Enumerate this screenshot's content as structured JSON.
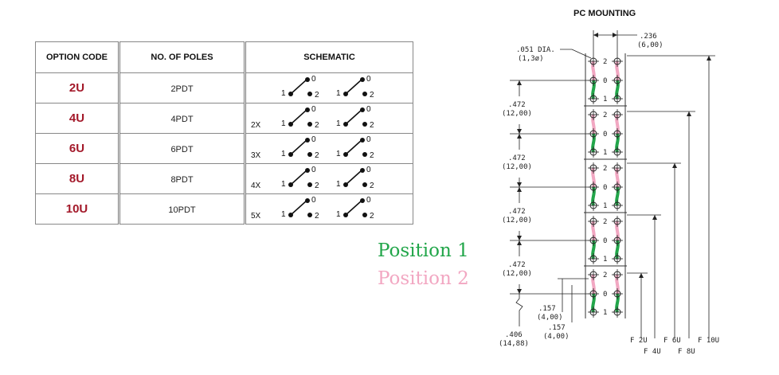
{
  "table": {
    "headers": [
      "OPTION CODE",
      "NO. OF POLES",
      "SCHEMATIC"
    ],
    "rows": [
      {
        "code": "2U",
        "poles": "2PDT",
        "multiplier": ""
      },
      {
        "code": "4U",
        "poles": "4PDT",
        "multiplier": "2X"
      },
      {
        "code": "6U",
        "poles": "6PDT",
        "multiplier": "3X"
      },
      {
        "code": "8U",
        "poles": "8PDT",
        "multiplier": "4X"
      },
      {
        "code": "10U",
        "poles": "10PDT",
        "multiplier": "5X"
      }
    ],
    "schematic_labels": {
      "common": "1",
      "top": "0",
      "bottom": "2"
    }
  },
  "legend": {
    "position1": "Position 1",
    "position2": "Position 2",
    "position1_color": "#22a64a",
    "position2_color": "#f2a7c2"
  },
  "mounting": {
    "title": "PC MOUNTING",
    "hole_dia_in": ".051 DIA.",
    "hole_dia_mm": "(1,3ø)",
    "width_in": ".236",
    "width_mm": "(6,00)",
    "pitch_in": ".472",
    "pitch_mm": "(12,00)",
    "bottom_offset_in": ".157",
    "bottom_offset_mm": "(4,00)",
    "overall_in": ".406",
    "overall_mm": "(14,88)",
    "pin_labels": [
      "2",
      "0",
      "1"
    ],
    "f_labels": [
      "F 2U",
      "F 4U",
      "F 6U",
      "F 8U",
      "F 10U"
    ]
  }
}
